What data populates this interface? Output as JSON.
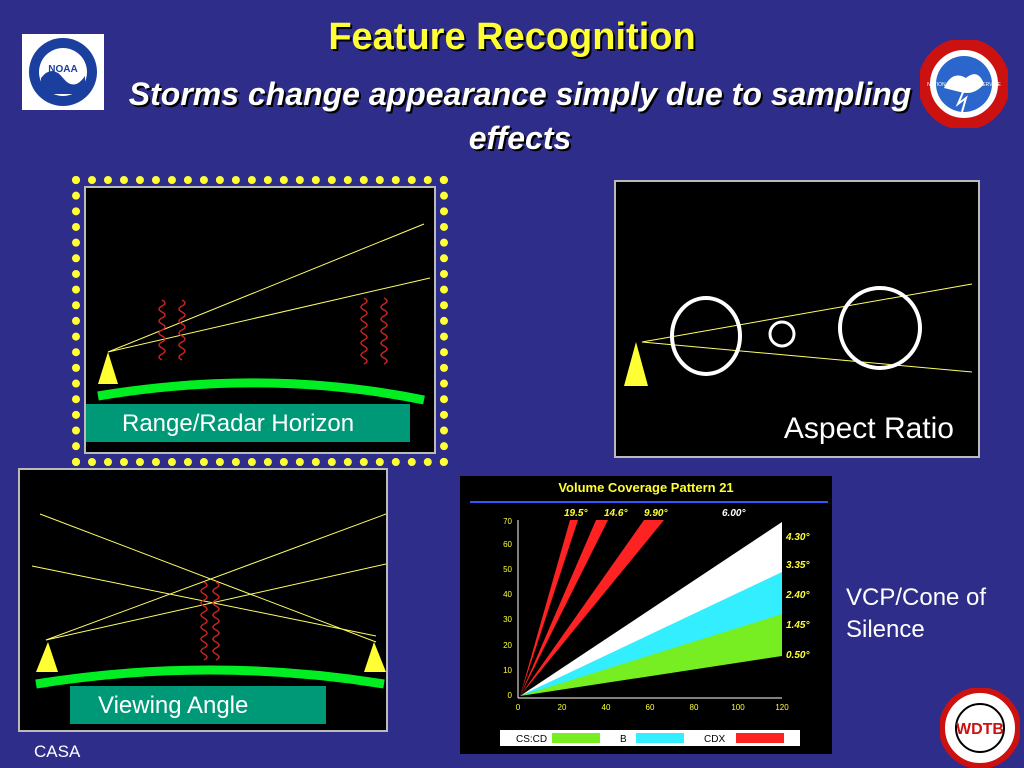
{
  "slide": {
    "title": "Feature Recognition",
    "subtitle": "Storms change appearance simply due to sampling effects",
    "footer": "CASA"
  },
  "panels": {
    "range": {
      "label": "Range/Radar Horizon"
    },
    "aspect": {
      "label": "Aspect Ratio"
    },
    "viewing": {
      "label": "Viewing Angle"
    },
    "vcp": {
      "label": "VCP/Cone of Silence"
    }
  },
  "vcp_chart": {
    "title": "Volume Coverage Pattern 21",
    "angles_top": [
      "19.5°",
      "14.6°",
      "9.90°",
      "6.00°"
    ],
    "angles_right": [
      "4.30°",
      "3.35°",
      "2.40°",
      "1.45°",
      "0.50°"
    ],
    "y_ticks": [
      "0",
      "10",
      "20",
      "30",
      "40",
      "50",
      "60",
      "70"
    ],
    "x_ticks": [
      "0",
      "20",
      "40",
      "60",
      "80",
      "100",
      "120"
    ],
    "legend": [
      "CS:CD",
      "B",
      "CDX"
    ]
  },
  "logos": {
    "noaa": "NOAA",
    "nws": "NATIONAL WEATHER SERVICE",
    "wdtb": "WDTB"
  },
  "colors": {
    "background": "#2e2e8a",
    "title": "#ffff33",
    "accent_green": "#00ee22"
  }
}
